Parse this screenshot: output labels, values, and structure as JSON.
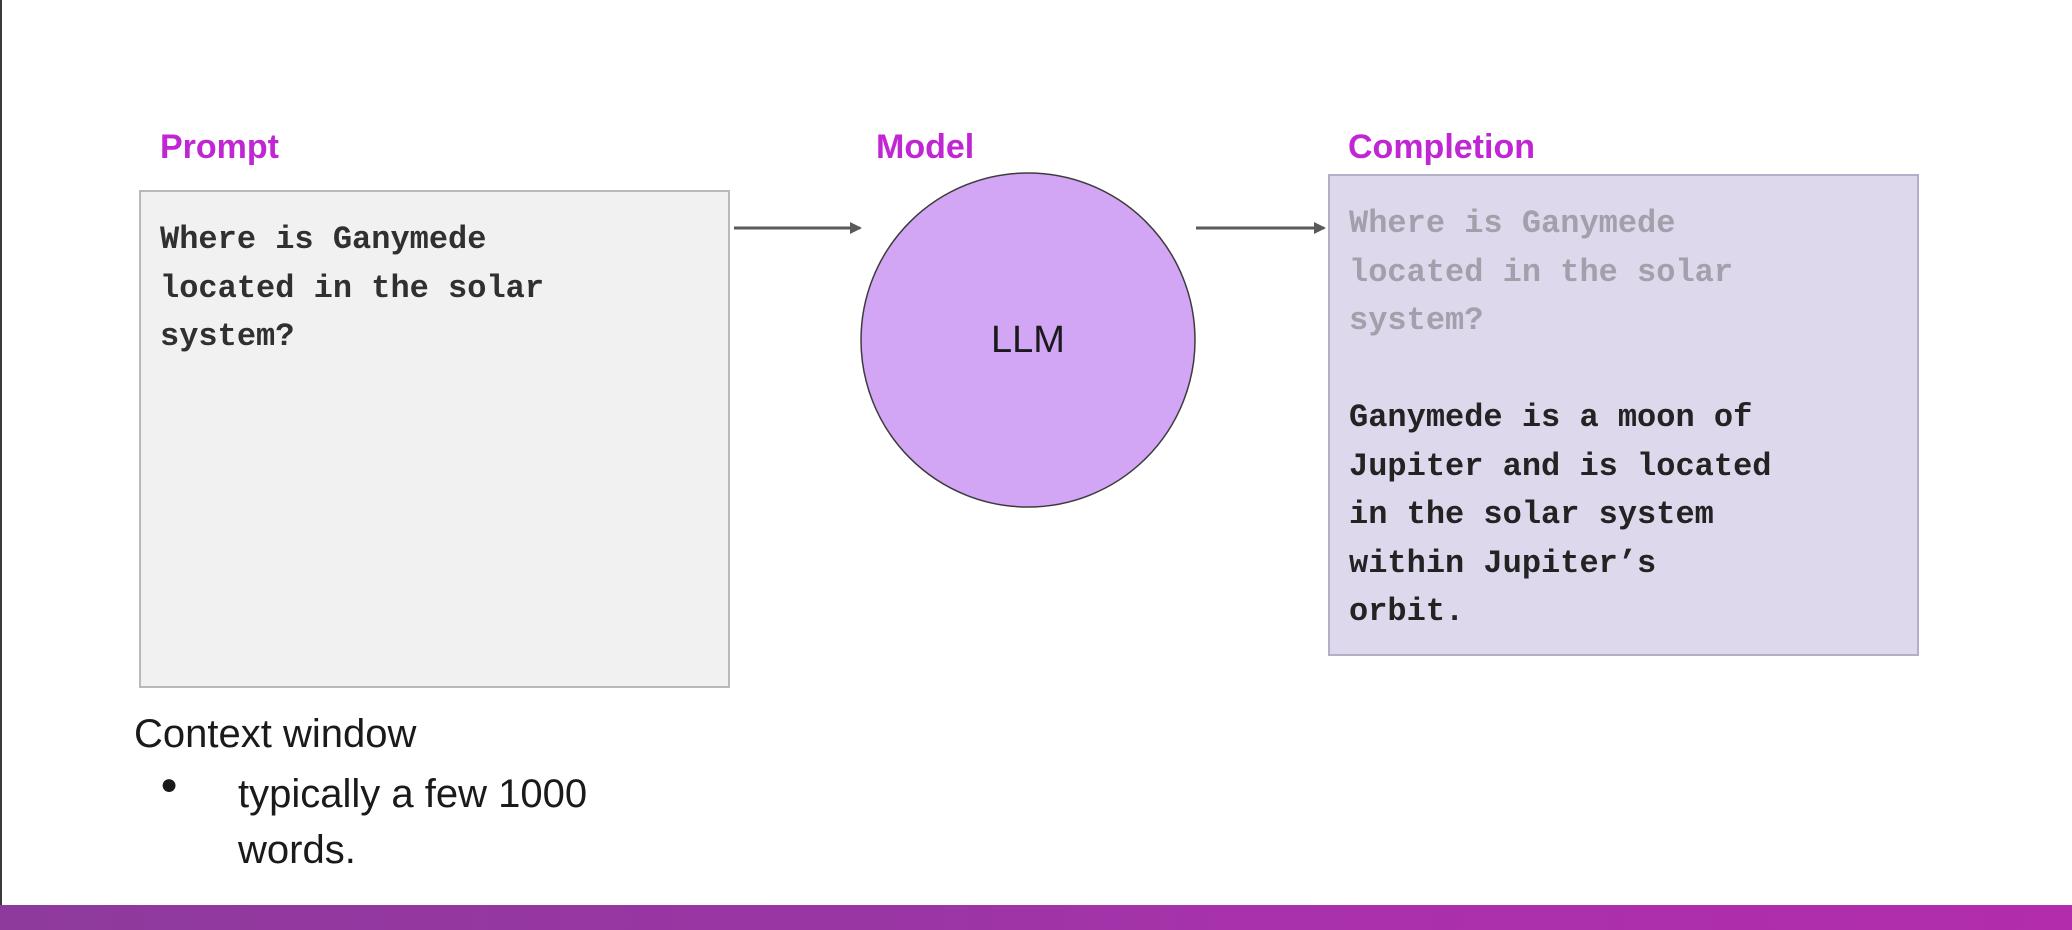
{
  "slide": {
    "heading": "",
    "labels": {
      "prompt": "Prompt",
      "model": "Model",
      "completion": "Completion"
    },
    "prompt_text": "Where is Ganymede\nlocated in the solar\nsystem?",
    "model_label": "LLM",
    "completion_echo": "Where is Ganymede\nlocated in the solar\nsystem?",
    "completion_answer": "Ganymede is a moon of\nJupiter and is located\nin the solar system\nwithin Jupiter’s\norbit.",
    "context_title": "Context window",
    "context_bullets": [
      "typically a few 1000\nwords."
    ]
  },
  "colors": {
    "label": "#c026d3",
    "prompt_box": "#f1f1f1",
    "completion_box": "#ddd8ec",
    "model_circle": "#d3a5f5",
    "footer": "#9b35a5"
  }
}
